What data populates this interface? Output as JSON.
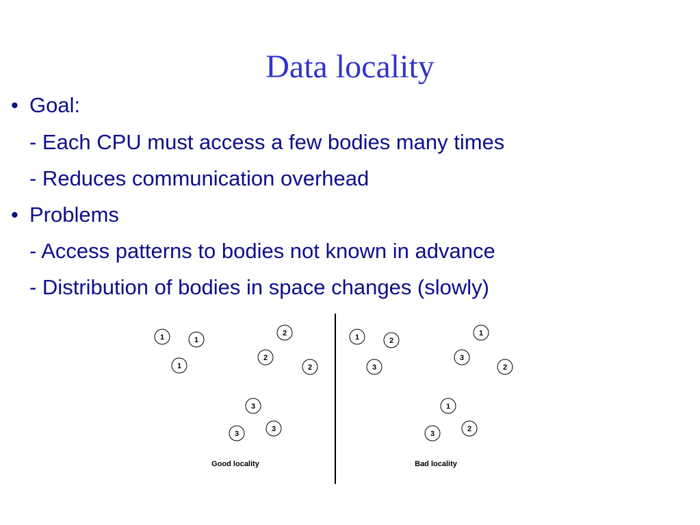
{
  "slide": {
    "title": "Data locality",
    "bullets": [
      {
        "type": "bullet",
        "marker": "•",
        "text": "Goal:"
      },
      {
        "type": "sub",
        "text": "- Each CPU must access a few bodies many times"
      },
      {
        "type": "sub",
        "text": "- Reduces communication overhead"
      },
      {
        "type": "bullet",
        "marker": "•",
        "text": "Problems"
      },
      {
        "type": "sub",
        "text": "- Access patterns to bodies not known in advance"
      },
      {
        "type": "sub",
        "text": "- Distribution of bodies in space changes (slowly)"
      }
    ]
  },
  "figure": {
    "good": {
      "caption": "Good locality",
      "bodies": [
        "1",
        "1",
        "1",
        "2",
        "2",
        "2",
        "3",
        "3",
        "3"
      ]
    },
    "bad": {
      "caption": "Bad locality",
      "bodies": [
        "1",
        "2",
        "3",
        "1",
        "3",
        "2",
        "1",
        "3",
        "2"
      ]
    }
  }
}
